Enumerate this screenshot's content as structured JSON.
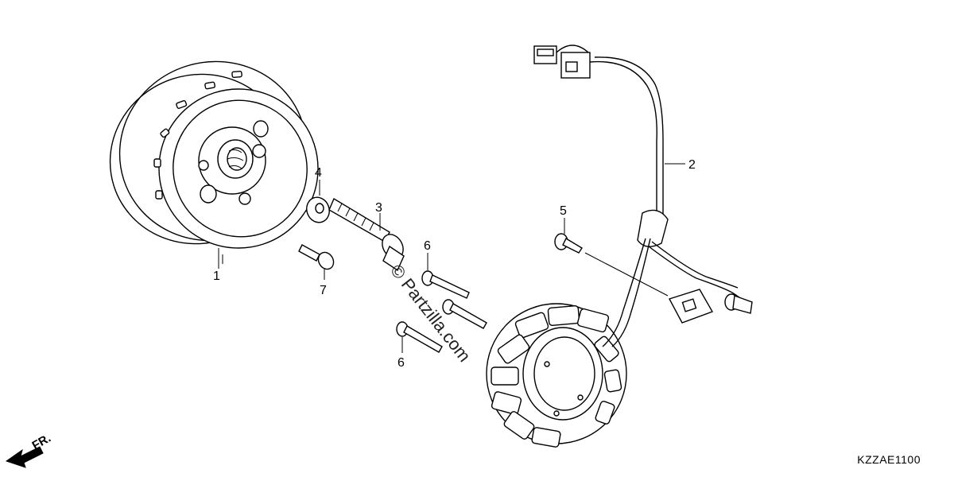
{
  "diagram": {
    "parts": [
      {
        "id": "1",
        "label": "1"
      },
      {
        "id": "2",
        "label": "2"
      },
      {
        "id": "3",
        "label": "3"
      },
      {
        "id": "4",
        "label": "4"
      },
      {
        "id": "5",
        "label": "5"
      },
      {
        "id": "6a",
        "label": "6"
      },
      {
        "id": "6b",
        "label": "6"
      },
      {
        "id": "7",
        "label": "7"
      }
    ],
    "reference_code": "KZZAE1100",
    "watermark": "© Partzilla.com",
    "direction_label": "FR.",
    "colors": {
      "line": "#000000",
      "background": "#ffffff"
    }
  }
}
